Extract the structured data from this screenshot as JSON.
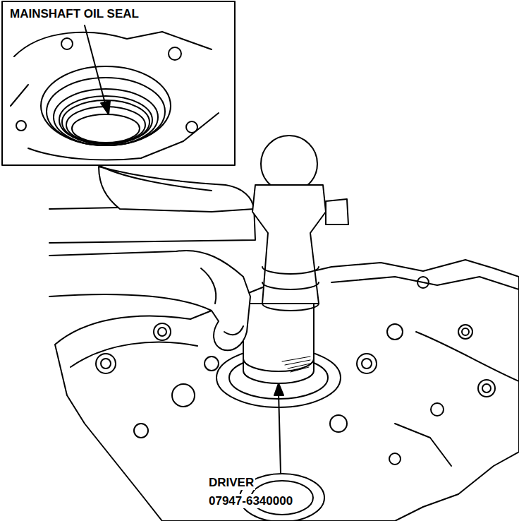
{
  "diagram": {
    "labels": [
      "MAINSHAFT OIL SEAL",
      "DRIVER",
      "07947-6340000"
    ]
  }
}
